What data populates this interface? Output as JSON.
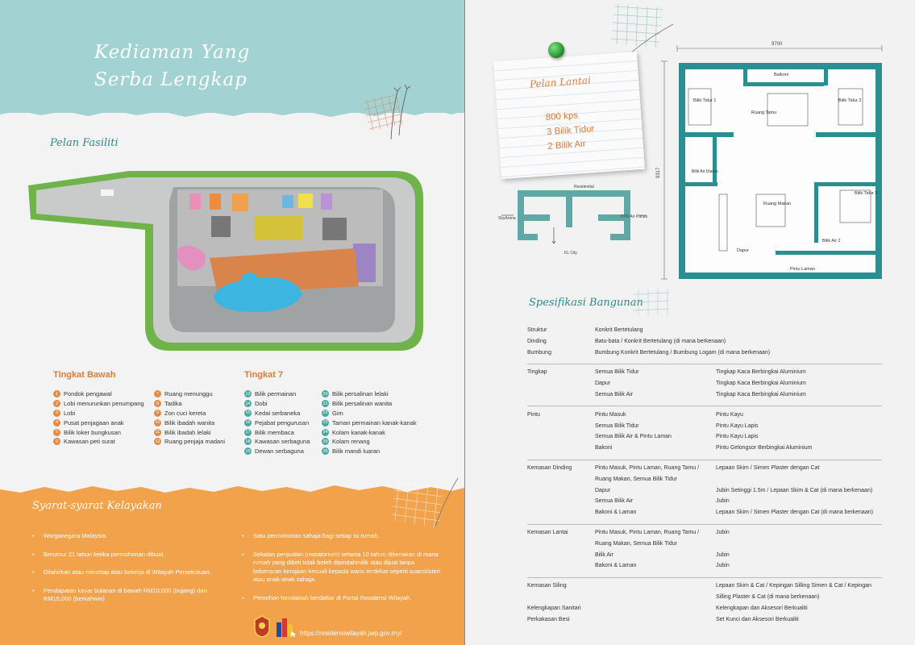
{
  "left": {
    "title_line1": "Kediaman Yang",
    "title_line2": "Serba Lengkap",
    "facility_heading": "Pelan Fasiliti",
    "ground_floor": {
      "heading": "Tingkat Bawah",
      "items": [
        {
          "n": "1",
          "label": "Pondok pengawal"
        },
        {
          "n": "2",
          "label": "Lobi menurunkan penumpang"
        },
        {
          "n": "3",
          "label": "Lobi"
        },
        {
          "n": "4",
          "label": "Pusat penjagaan anak"
        },
        {
          "n": "5",
          "label": "Bilik loker bungkusan"
        },
        {
          "n": "6",
          "label": "Kawasan peti surat"
        },
        {
          "n": "7",
          "label": "Ruang menunggu"
        },
        {
          "n": "8",
          "label": "Tadika"
        },
        {
          "n": "9",
          "label": "Zon cuci kereta"
        },
        {
          "n": "10",
          "label": "Bilik ibadah wanita"
        },
        {
          "n": "11",
          "label": "Bilik ibadah lelaki"
        },
        {
          "n": "12",
          "label": "Ruang penjaja madani"
        }
      ]
    },
    "level7": {
      "heading": "Tingkat 7",
      "items": [
        {
          "n": "13",
          "label": "Bilik permainan"
        },
        {
          "n": "14",
          "label": "Dobi"
        },
        {
          "n": "15",
          "label": "Kedai serbaneka"
        },
        {
          "n": "16",
          "label": "Pejabat pengurusan"
        },
        {
          "n": "17",
          "label": "Bilik membaca"
        },
        {
          "n": "18",
          "label": "Kawasan serbaguna"
        },
        {
          "n": "19",
          "label": "Dewan serbaguna"
        },
        {
          "n": "20",
          "label": "Bilik persalinan lelaki"
        },
        {
          "n": "21",
          "label": "Bilik persalinan wanita"
        },
        {
          "n": "22",
          "label": "Gim"
        },
        {
          "n": "23",
          "label": "Taman permainan kanak-kanak"
        },
        {
          "n": "24",
          "label": "Kolam kanak-kanak"
        },
        {
          "n": "25",
          "label": "Kolam renang"
        },
        {
          "n": "26",
          "label": "Bilik mandi luaran"
        }
      ]
    },
    "eligibility": {
      "heading": "Syarat-syarat Kelayakan",
      "col1": [
        "Warganegara Malaysia.",
        "Berumur 21 tahun ketika permohonan dibuat.",
        "Dilahirkan atau menetap atau bekerja di Wilayah Persekutuan.",
        "Pendapatan kasar bulanan di bawah RM10,000 (bujang) dan RM15,000 (berkahwin)"
      ],
      "col2": [
        "Satu permohonan sahaja bagi setiap isi rumah.",
        "Sekatan penjualan (moratorium) selama 10 tahun dikenakan di mana rumah yang dibeli tidak boleh dipindahmilik atau dijual tanpa kebenaran kerajaan kecuali kepada waris terdekat seperti suami/isteri atau anak-anak sahaja.",
        "Pemohon hendaklah berdaftar di Portal Residensi Wilayah."
      ],
      "url": "https://residensiwilayah.jwp.gov.my/"
    }
  },
  "right": {
    "note": {
      "title": "Pelan Lantai",
      "size": "800 kps",
      "bedrooms": "3 Bilik Tidur",
      "bathrooms": "2 Bilik Air"
    },
    "key_plan": {
      "residential": "Residential",
      "skyarena": "SkyArena",
      "ppr": "PPR Air Panas",
      "klcity": "KL City"
    },
    "floor_plan": {
      "width_dim": "9700",
      "height_dim": "9317",
      "balkoni": "Balkoni",
      "bilik_tidur_1": "Bilik Tidur 1",
      "bilik_tidur_2": "Bilik Tidur 2",
      "bilik_tidur_3": "Bilik Tidur 3",
      "ruang_tamu": "Ruang Tamu",
      "bilik_air_utama": "Bilik Air Utama",
      "ruang_makan": "Ruang Makan",
      "bilik_air_2": "Bilik Air 2",
      "dapur": "Dapur",
      "pintu_laman": "Pintu Laman"
    },
    "spec_heading": "Spesifikasi Bangunan",
    "specs": [
      {
        "group": "a",
        "rows": [
          [
            "Struktur",
            "Konkrit Bertetulang",
            ""
          ],
          [
            "Dinding",
            "Batu-bata / Konkrit Bertetulang (di mana berkenaan)",
            ""
          ],
          [
            "Bumbung",
            "Bumbung Konkrit Bertetulang / Bumbung Logam (di mana berkenaan)",
            ""
          ]
        ]
      },
      {
        "group": "b",
        "rows": [
          [
            "Tingkap",
            "Semua Bilik Tidur",
            "Tingkap Kaca Berbingkai Aluminium"
          ],
          [
            "",
            "Dapur",
            "Tingkap Kaca Berbingkai Aluminium"
          ],
          [
            "",
            "Semua Bilik Air",
            "Tingkap Kaca Berbingkai Aluminium"
          ]
        ]
      },
      {
        "group": "c",
        "rows": [
          [
            "Pintu",
            "Pintu Masuk",
            "Pintu Kayu"
          ],
          [
            "",
            "Semua Bilik Tidur",
            "Pintu Kayu Lapis"
          ],
          [
            "",
            "Semua Bilik Air & Pintu Laman",
            "Pintu Kayu Lapis"
          ],
          [
            "",
            "Bakoni",
            "Pintu Gelongsor Berbingkai Aluminium"
          ]
        ]
      },
      {
        "group": "d",
        "rows": [
          [
            "Kemasan Dinding",
            "Pintu Masuk, Pintu Laman, Ruang Tamu /",
            "Lepaan Skim / Simen Plaster dengan Cat"
          ],
          [
            "",
            "Ruang Makan, Semua Bilik Tidur",
            ""
          ],
          [
            "",
            "Dapur",
            "Jubin Setinggi 1.5m / Lepaan Skim & Cat (di mana berkenaan)"
          ],
          [
            "",
            "Semua Bilik Air",
            "Jubin"
          ],
          [
            "",
            "Bakoni & Laman",
            "Lepaan Skim / Simen Plaster dengan Cat (di mana berkenaan)"
          ]
        ]
      },
      {
        "group": "e",
        "rows": [
          [
            "Kemasan Lantai",
            "Pintu Masuk, Pintu Laman, Ruang Tamu /",
            "Jubin"
          ],
          [
            "",
            "Ruang Makan, Semua Bilik Tidur",
            ""
          ],
          [
            "",
            "Bilik Air",
            "Jubin"
          ],
          [
            "",
            "Bakoni & Laman",
            "Jubin"
          ]
        ]
      },
      {
        "group": "f",
        "rows": [
          [
            "Kemasan Siling",
            "",
            "Lepaan Skim & Cat / Kepingan Silling Simen & Cat / Kepingan"
          ],
          [
            "",
            "",
            "Silling Plaster & Cat (di mana berkenaan)"
          ],
          [
            "Kelengkapan Sanitari",
            "",
            "Kelengkapan dan Aksesori Berkualiti"
          ],
          [
            "Perkakasan Besi",
            "",
            "Set Kunci dan Aksesori Berkualiti"
          ]
        ]
      }
    ]
  }
}
